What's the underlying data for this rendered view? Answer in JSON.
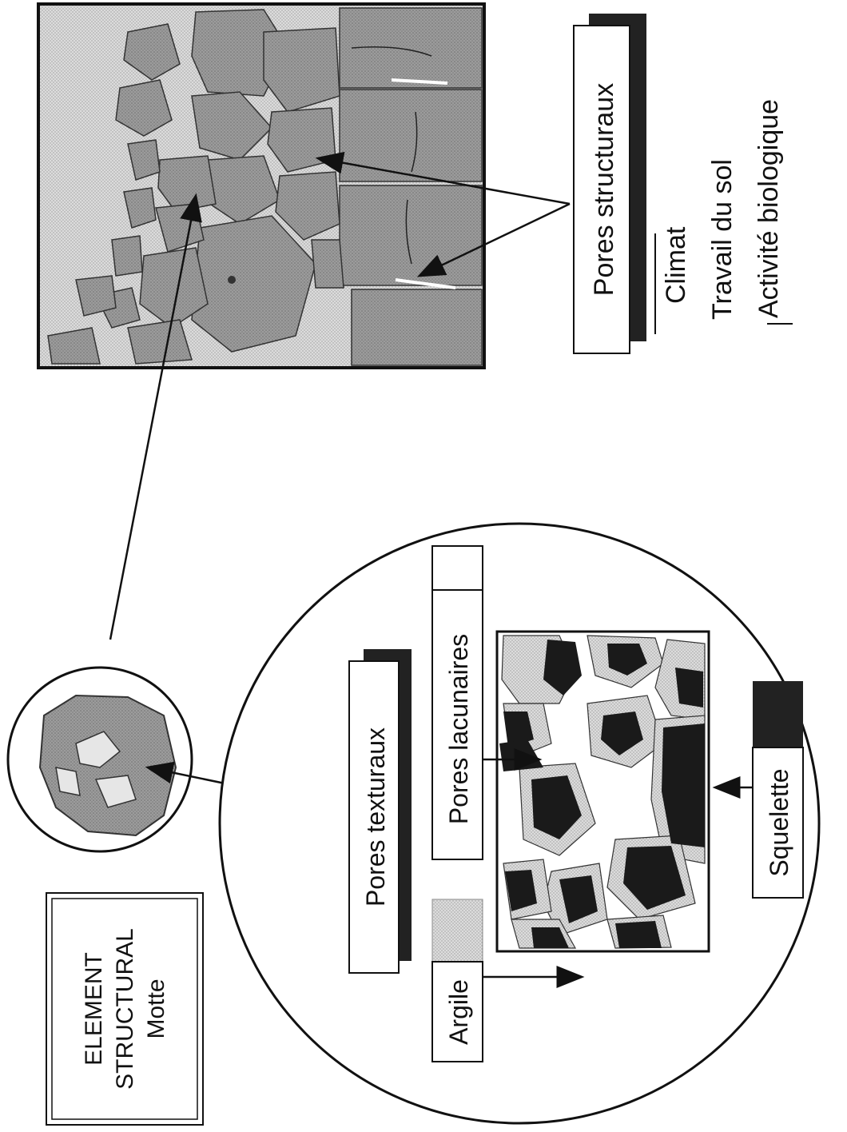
{
  "element_label": {
    "line1": "ELEMENT",
    "line2": "STRUCTURAL",
    "line3": "Motte"
  },
  "pores_structuraux": {
    "label": "Pores structuraux",
    "factors": [
      "Climat",
      "Travail du sol",
      "Activité biologique"
    ]
  },
  "micro": {
    "pores_texturaux": "Pores texturaux",
    "pores_lacunaires": "Pores lacunaires",
    "argile": "Argile",
    "squelette": "Squelette"
  },
  "colors": {
    "ink": "#111111",
    "aggregate_gray": "#8c8c8c",
    "block_gray": "#9a9a9a",
    "clay_light": "#d9d9d9",
    "skeleton_dark": "#222222"
  }
}
